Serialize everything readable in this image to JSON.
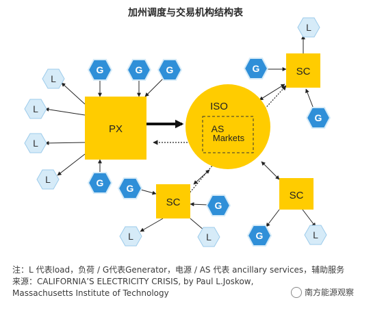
{
  "title": "加州调度与交易机构结构表",
  "nodes": {
    "px": "PX",
    "iso": "ISO",
    "as_line1": "AS",
    "as_line2": "Markets",
    "sc": "SC",
    "load": "L",
    "gen": "G"
  },
  "caption": {
    "line1": "注：L 代表load，负荷 / G代表Generator，电源 / AS 代表 ancillary services，辅助服务",
    "line2": "来源：CALIFORNIA’S ELECTRICITY CRISIS, by Paul L.Joskow,",
    "line3": "Massachusetts Institute of Technology"
  },
  "watermark": "南方能源观察",
  "colors": {
    "box": "#FFCC00",
    "hex_gen_fill": "#2F8FD8",
    "hex_load_fill": "#D6EBF8",
    "hex_load_stroke": "#9CCBEB"
  }
}
